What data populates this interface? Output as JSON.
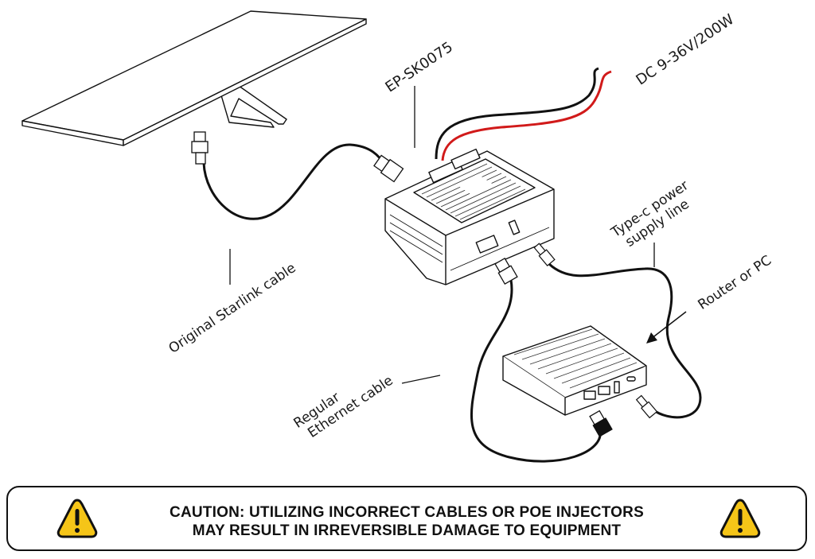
{
  "diagram": {
    "title": "Starlink to Router/PC wiring with EP-SK0075",
    "components": [
      {
        "id": "dish",
        "name": "Starlink dish"
      },
      {
        "id": "adapter",
        "name": "EP-SK0075"
      },
      {
        "id": "router",
        "name": "Router or PC"
      }
    ],
    "labels": {
      "device": "EP-SK0075",
      "power_input": "DC 9-36V/200W",
      "typec_line1": "Type-c power",
      "typec_line2": "supply line",
      "router": "Router or PC",
      "starlink_cable": "Original Starlink cable",
      "ethernet_line1": "Regular",
      "ethernet_line2": "Ethernet cable"
    },
    "connections": [
      {
        "from": "dish",
        "to": "adapter",
        "via": "Original Starlink cable"
      },
      {
        "from": "power source",
        "to": "adapter",
        "via": "DC 9-36V/200W"
      },
      {
        "from": "adapter",
        "to": "router",
        "via": "Regular Ethernet cable"
      },
      {
        "from": "adapter",
        "to": "router",
        "via": "Type-c power supply line"
      }
    ],
    "colors": {
      "line": "#111111",
      "positive_wire": "#d11a1a",
      "warning_fill": "#f5c518"
    }
  },
  "caution": {
    "line1": "CAUTION: UTILIZING INCORRECT CABLES OR POE INJECTORS",
    "line2": "MAY RESULT IN IRREVERSIBLE DAMAGE TO EQUIPMENT",
    "icon": "warning-triangle-icon"
  }
}
